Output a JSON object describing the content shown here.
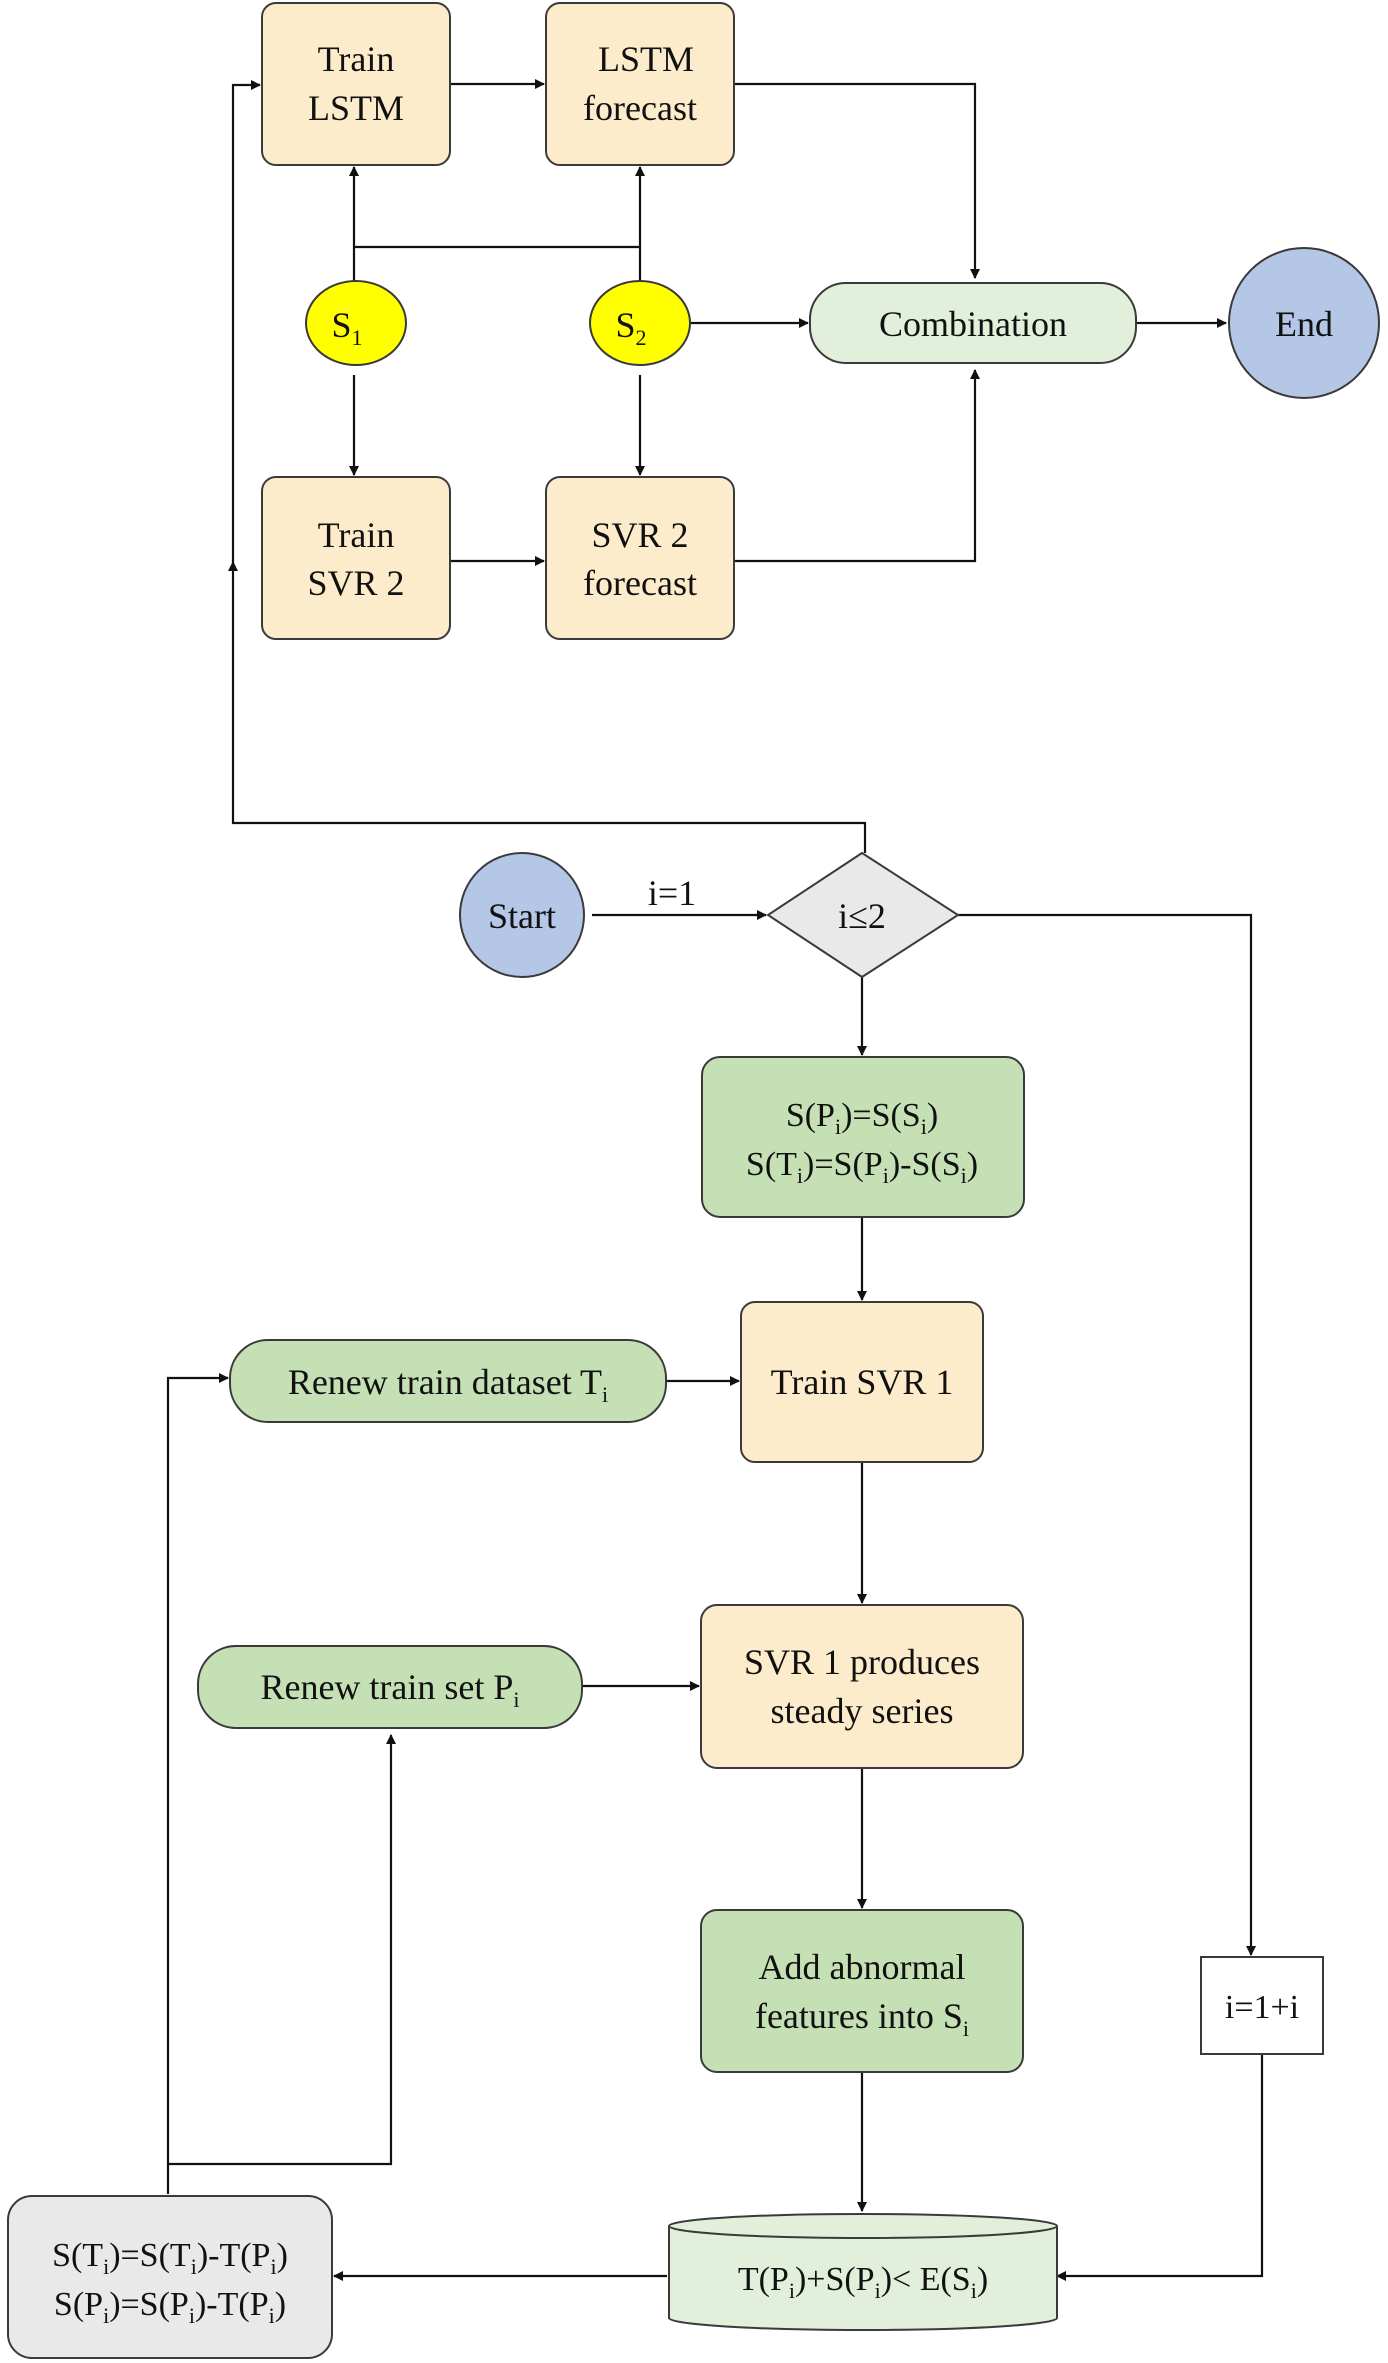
{
  "colors": {
    "orange_fill": "#fdeccb",
    "green_fill": "#c5e0b4",
    "light_green_fill": "#e2efda",
    "gray_fill": "#e9e9e9",
    "blue_fill": "#b4c7e7",
    "yellow_fill": "#ffff00",
    "stroke": "#3a3a3a"
  },
  "nodes": {
    "train_lstm": {
      "line1": "Train",
      "line2": "LSTM"
    },
    "lstm_forecast": {
      "line1": "LSTM",
      "line2": "forecast"
    },
    "train_svr2": {
      "line1": "Train",
      "line2": "SVR 2"
    },
    "svr2_forecast": {
      "line1": "SVR 2",
      "line2": "forecast"
    },
    "s1": {
      "base": "S",
      "sub": "1"
    },
    "s2": {
      "base": "S",
      "sub": "2"
    },
    "combination": {
      "label": "Combination"
    },
    "end": {
      "label": "End"
    },
    "start": {
      "label": "Start"
    },
    "decision": {
      "label": "i≤2"
    },
    "edge_label_i1": {
      "label": "i=1"
    },
    "split_box": {
      "line1": {
        "a": "S(P",
        "b": ")=S(S",
        "c": ")"
      },
      "line2": {
        "a": "S(T",
        "b": ")=S(P",
        "c": ")-S(S",
        "d": ")"
      }
    },
    "sub_i": "i",
    "renew_train_dataset": {
      "label": "Renew train dataset T"
    },
    "train_svr1": {
      "label": "Train SVR 1"
    },
    "renew_train_set": {
      "label": "Renew train set P"
    },
    "svr1_produces": {
      "line1": "SVR 1 produces",
      "line2": "steady series"
    },
    "add_abnormal": {
      "line1": "Add abnormal",
      "line2": "features into S"
    },
    "increment": {
      "label": "i=1+i"
    },
    "condition": {
      "a": "T(P",
      "b": ")+S(P",
      "c": ")< E(S",
      "d": ")"
    },
    "update_box": {
      "line1": {
        "a": "S(T",
        "b": ")=S(T",
        "c": ")-T(P",
        "d": ")"
      },
      "line2": {
        "a": "S(P",
        "b": ")=S(P",
        "c": ")-T(P",
        "d": ")"
      }
    }
  }
}
